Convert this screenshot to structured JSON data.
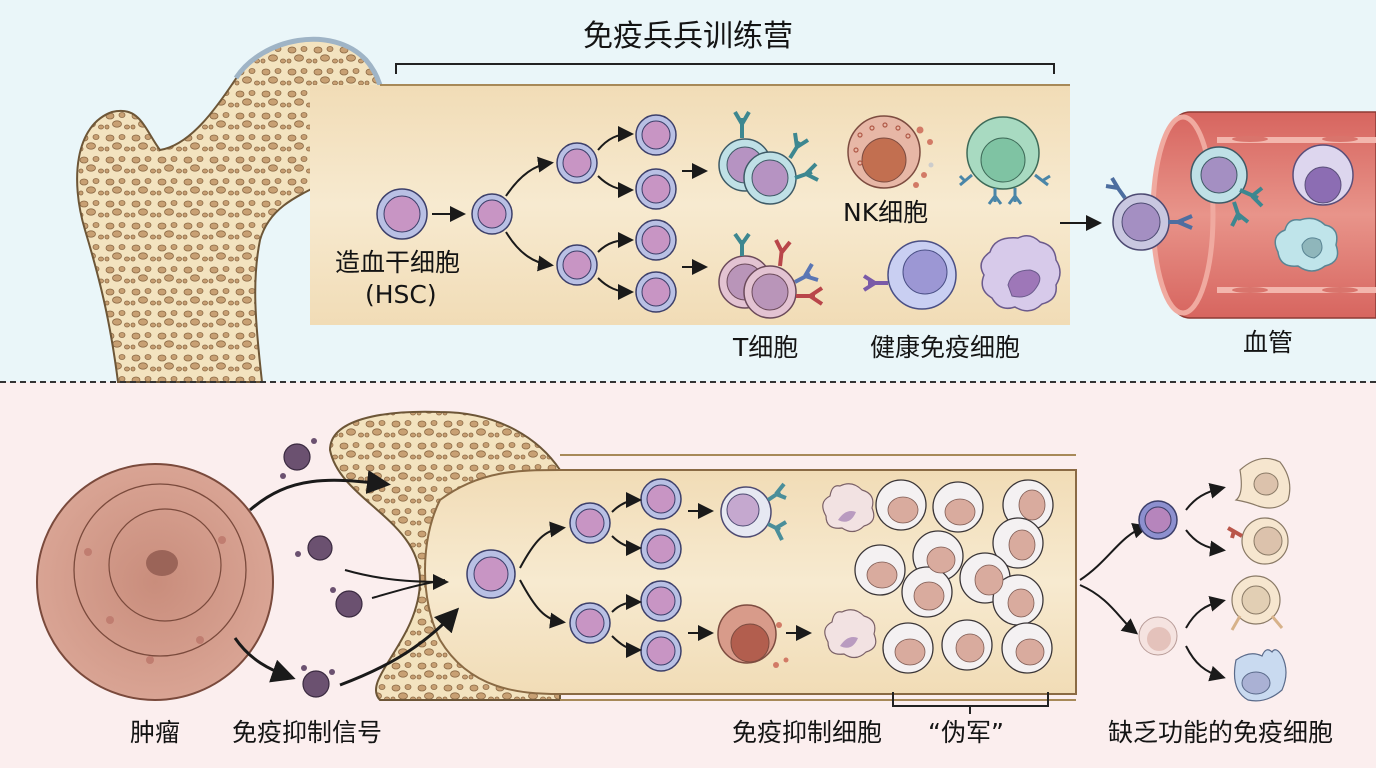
{
  "top_section": {
    "title": "免疫兵兵训练营",
    "hsc_label_line1": "造血干细胞",
    "hsc_label_line2": "(HSC)",
    "nk_label": "NK细胞",
    "t_cell_label": "T细胞",
    "healthy_cells_label": "健康免疫细胞",
    "vessel_label": "血管"
  },
  "bottom_section": {
    "tumor_label": "肿瘤",
    "signal_label": "免疫抑制信号",
    "suppressor_label": "免疫抑制细胞",
    "fake_army_label": "“伪军”",
    "dysfunctional_label": "缺乏功能的免疫细胞"
  },
  "colors": {
    "top_bg": "#eaf6f9",
    "bottom_bg": "#fbeeee",
    "bone": "#f4e6c4",
    "trabecula": "#c9a67a",
    "marrow": "#f6e7cb",
    "cell_membrane": "#b7bfe3",
    "cell_nucleus": "#c894c4",
    "vessel": "#d9746c",
    "tumor": "#d7a08e",
    "signal": "#6e5470"
  }
}
